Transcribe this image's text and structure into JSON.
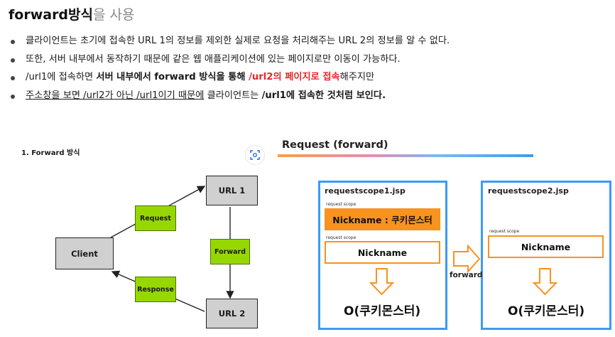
{
  "heading": {
    "bold": "forward방식",
    "light": "을 사용"
  },
  "bullets": {
    "b1": "클라이언트는 초기에 접속한 URL 1의 정보를 제외한 실제로 요청을 처리해주는 URL 2의 정보를 알 수 없다.",
    "b2": "또한, 서버 내부에서 동작하기 때문에 같은 웹 애플리케이션에 있는 페이지로만 이동이 가능하다.",
    "b3": {
      "t1": "/url1에 접속하면 ",
      "t2": "서버 내부에서 forward 방식을 통해 ",
      "t3": "/url2의 페이지로 접속",
      "t4": "해주지만"
    },
    "b4": {
      "t1": "주소창을 보면 /url2가 아닌 /url1이기 때문에",
      "t2": " 클라이언트는 ",
      "t3": "/url1에 접속한 것처럼 보인다."
    }
  },
  "diagram1": {
    "title": "1. Forward 방식",
    "client": "Client",
    "url1": "URL 1",
    "url2": "URL 2",
    "request": "Request",
    "response": "Response",
    "forward": "Forward"
  },
  "diagram2": {
    "title": "Request (forward)",
    "left_panel": {
      "file": "requestscope1.jsp",
      "scope_label1": "request scope",
      "filled": "Nickname : 쿠키몬스터",
      "scope_label2": "request scope",
      "empty": "Nickname",
      "result": "O(쿠키몬스터)"
    },
    "arrow_label": "forward",
    "right_panel": {
      "file": "requestscope2.jsp",
      "scope_label": "request scope",
      "empty": "Nickname",
      "result": "O(쿠키몬스터)"
    }
  },
  "colors": {
    "accent_blue": "#3a9cf5",
    "orange": "#f7931e",
    "green": "#97d700",
    "red": "#e8252a"
  }
}
